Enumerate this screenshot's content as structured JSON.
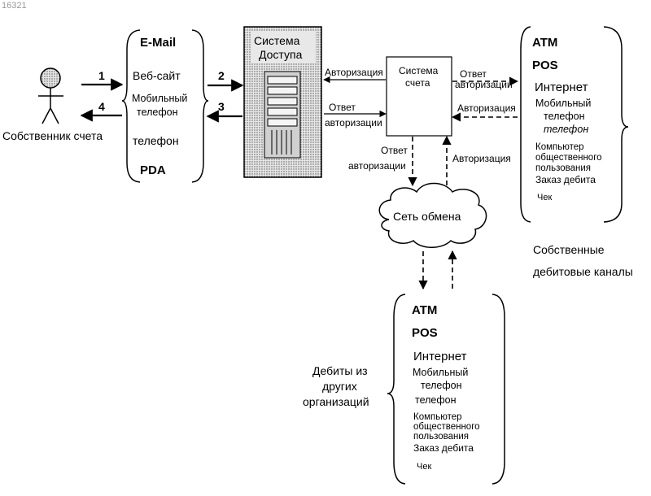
{
  "page_number": "16321",
  "actor": {
    "label": "Собственник счета"
  },
  "channels": {
    "email": "E-Mail",
    "website": "Веб-сайт",
    "mobile_1": "Мобильный",
    "mobile_2": "телефон",
    "phone": "телефон",
    "pda": "PDA"
  },
  "arrow_numbers": {
    "n1": "1",
    "n2": "2",
    "n3": "3",
    "n4": "4"
  },
  "access_system": {
    "line1": "Система",
    "line2": "Доступа"
  },
  "account_system": {
    "line1": "Система",
    "line2": "счета"
  },
  "labels": {
    "auth": "Авторизация",
    "reply_1": "Ответ",
    "reply_2": "авторизации"
  },
  "exchange_network": "Сеть обмена",
  "own_channels": {
    "atm": "ATM",
    "pos": "POS",
    "internet": "Интернет",
    "mobile_1": "Мобильный",
    "mobile_2": "телефон",
    "phone": "телефон",
    "computer_1": "Компьютер",
    "computer_2": "общественного",
    "computer_3": "пользования",
    "debit_order": "Заказ дебита",
    "check": "Чек",
    "caption_1": "Собственные",
    "caption_2": "дебитовые каналы"
  },
  "other_org": {
    "atm": "ATM",
    "pos": "POS",
    "internet": "Интернет",
    "mobile_1": "Мобильный",
    "mobile_2": "телефон",
    "phone": "телефон",
    "computer_1": "Компьютер",
    "computer_2": "общественного",
    "computer_3": "пользования",
    "debit_order": "Заказ дебита",
    "check": "Чек",
    "caption_1": "Дебиты из",
    "caption_2": "других",
    "caption_3": "организаций"
  }
}
